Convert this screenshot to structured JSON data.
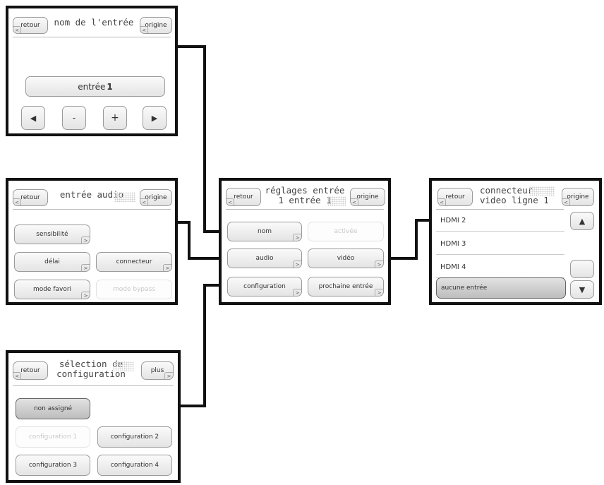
{
  "panels": {
    "nom": {
      "back": "retour",
      "title": "nom de l'entrée",
      "home": "origine",
      "field_text": "entrée",
      "field_num": "1",
      "b_left": "◀",
      "b_minus": "-",
      "b_plus": "+",
      "b_right": "▶"
    },
    "audio": {
      "back": "retour",
      "title": "entrée audio",
      "home": "origine",
      "b1": "sensibilité",
      "b2": "délai",
      "b3": "connecteur",
      "b4": "mode favori",
      "b5": "mode bypass"
    },
    "main": {
      "back": "retour",
      "title1": "réglages entrée",
      "title2": "1 entrée 1",
      "home": "origine",
      "b_nom": "nom",
      "b_activee": "activée",
      "b_audio": "audio",
      "b_video": "vidéo",
      "b_config": "configuration",
      "b_next": "prochaine entrée"
    },
    "video": {
      "back": "retour",
      "title1": "connecteur",
      "title2": "video ligne 1",
      "home": "origine",
      "items": [
        "HDMI 2",
        "HDMI 3",
        "HDMI 4"
      ],
      "selected": "aucune entrée",
      "up": "▲",
      "down": "▼"
    },
    "config": {
      "back": "retour",
      "title1": "sélection de",
      "title2": "configuration",
      "more": "plus",
      "b_none": "non assigné",
      "b_c1": "configuration 1",
      "b_c2": "configuration 2",
      "b_c3": "configuration 3",
      "b_c4": "configuration 4"
    }
  }
}
